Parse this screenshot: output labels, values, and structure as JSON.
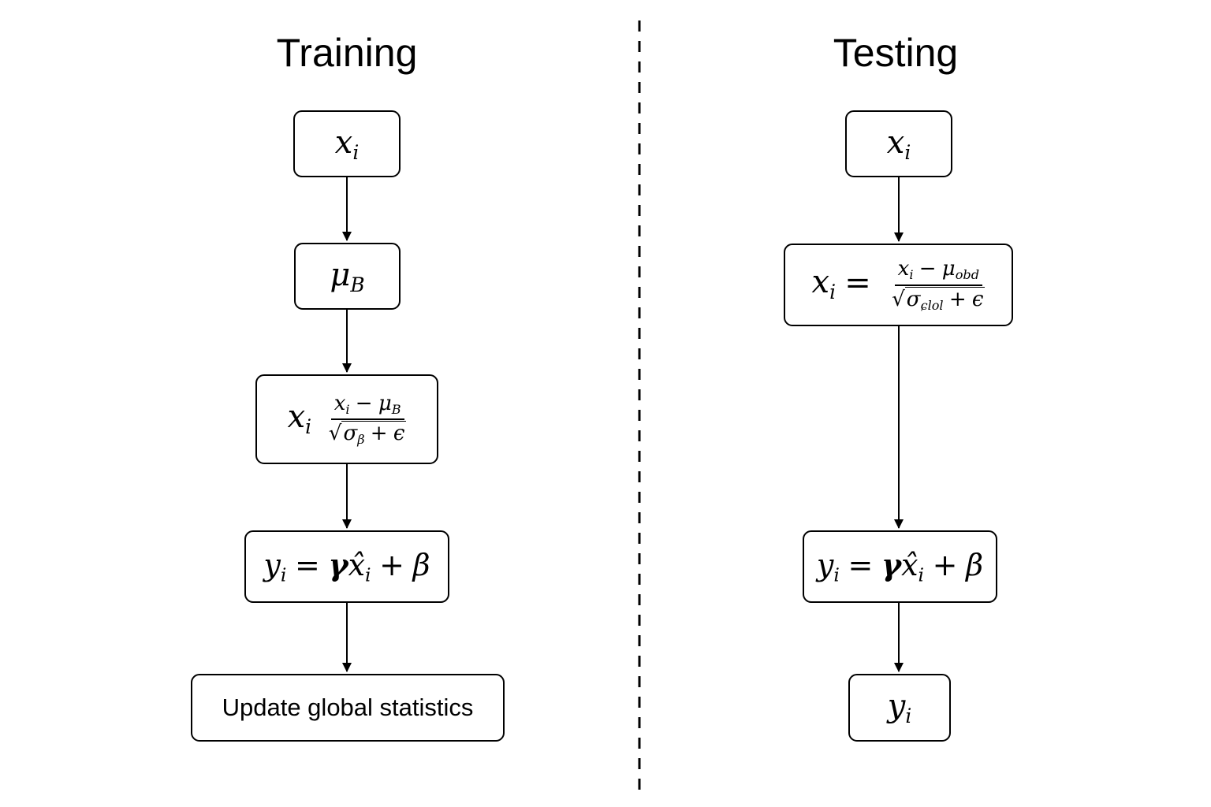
{
  "panels": {
    "training": {
      "title": "Training"
    },
    "testing": {
      "title": "Testing"
    }
  },
  "training": {
    "input": {
      "var": "x",
      "sub": "i"
    },
    "mean": {
      "var": "μ",
      "sub": "B"
    },
    "normalize": {
      "lhs_var": "x",
      "lhs_sub": "i",
      "num_var": "x",
      "num_sub": "i",
      "num_op": "−",
      "num_mean": "μ",
      "num_mean_sub": "B",
      "den_sqrt": "√",
      "den_var": "σ",
      "den_sub": "β",
      "den_plus": "+",
      "den_eps": "ϵ"
    },
    "scale_shift": {
      "y": "y",
      "y_sub": "i",
      "eq": "=",
      "gamma": "γ",
      "xhat": "x̂",
      "xhat_sub": "i",
      "plus": "+",
      "beta": "β"
    },
    "update": {
      "label": "Update global statistics"
    }
  },
  "testing": {
    "input": {
      "var": "x",
      "sub": "i"
    },
    "normalize": {
      "lhs_var": "x",
      "lhs_sub": "i",
      "eq": "=",
      "num_var": "x",
      "num_sub": "i",
      "num_op": "−",
      "num_mean": "μ",
      "num_mean_sub": "obd",
      "den_sqrt": "√",
      "den_var": "σ",
      "den_sub": "ɕlol",
      "den_plus": "+",
      "den_eps": "ϵ"
    },
    "scale_shift": {
      "y": "y",
      "y_sub": "i",
      "eq": "=",
      "gamma": "γ",
      "xhat": "x̂",
      "xhat_sub": "i",
      "plus": "+",
      "beta": "β"
    },
    "output": {
      "var": "y",
      "sub": "i"
    }
  },
  "colors": {
    "stroke": "#000000",
    "background": "#ffffff"
  }
}
